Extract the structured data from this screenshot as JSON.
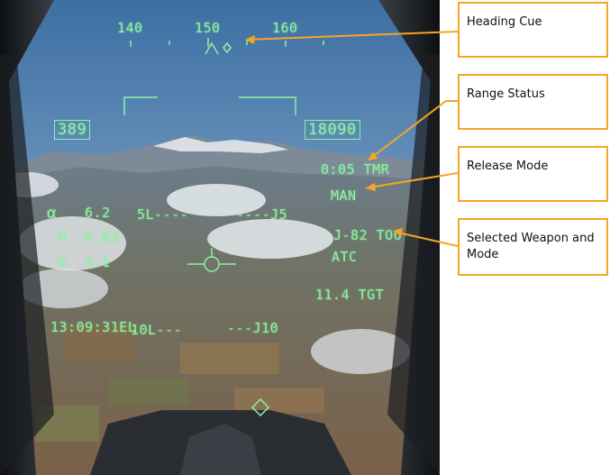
{
  "hud": {
    "heading_ticks": [
      "140",
      "150",
      "160"
    ],
    "range_left": "389",
    "range_right": "18090",
    "timer": "0:05 TMR",
    "release_mode": "MAN",
    "alpha_symbol": "α",
    "alpha_value": "6.2",
    "mach_label": "M",
    "mach_value": "0.83",
    "g_label": "G",
    "g_value": "3.1",
    "pitch_left_top": "5L----",
    "pitch_right_top": "----J5",
    "pitch_left_bottom": "10L---",
    "pitch_right_bottom": "---J10",
    "weapon": "J-82 TOO",
    "weapon_mode": "ATC",
    "target_dist": "11.4 TGT",
    "clock": "13:09:31EL"
  },
  "callouts": [
    {
      "label": "Heading Cue"
    },
    {
      "label": "Range Status"
    },
    {
      "label": "Release Mode"
    },
    {
      "label": "Selected Weapon and Mode"
    }
  ],
  "colors": {
    "hud": "#8ff0a4",
    "callout_border": "#f5a623"
  }
}
